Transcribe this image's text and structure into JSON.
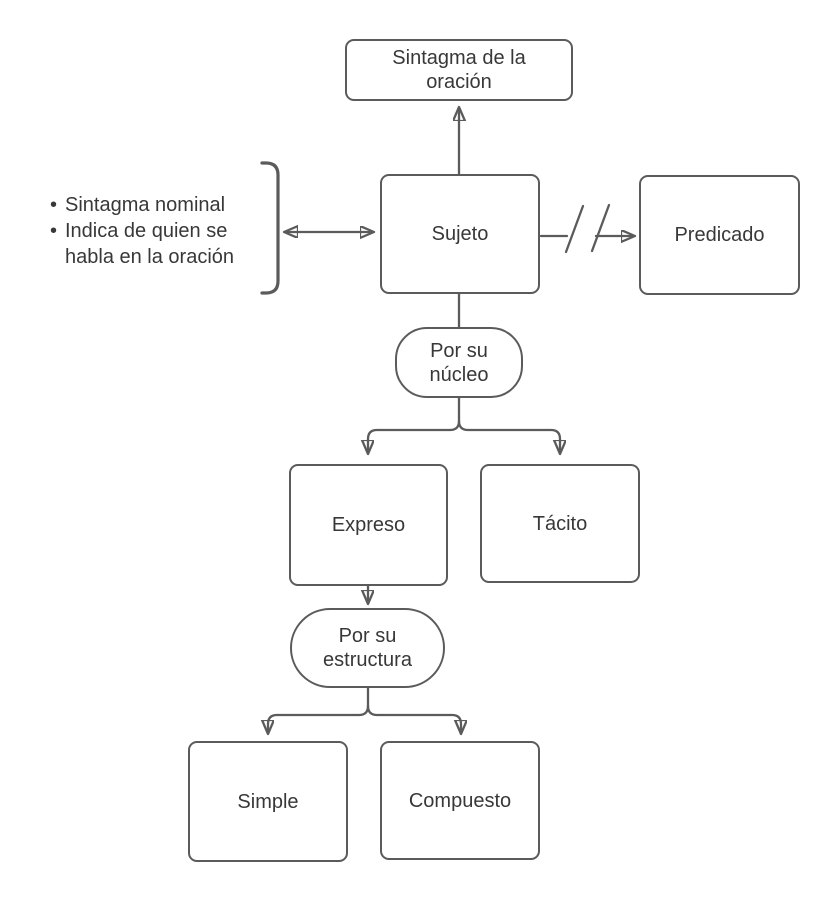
{
  "colors": {
    "stroke": "#5b5b5b",
    "text": "#383838",
    "background": "#ffffff"
  },
  "nodes": [
    {
      "id": "sintagma-oracion",
      "label": "Sintagma de la oración",
      "shape": "rect"
    },
    {
      "id": "sujeto",
      "label": "Sujeto",
      "shape": "rect"
    },
    {
      "id": "predicado",
      "label": "Predicado",
      "shape": "rect"
    },
    {
      "id": "por-su-nucleo",
      "label": "Por su núcleo",
      "shape": "pill"
    },
    {
      "id": "expreso",
      "label": "Expreso",
      "shape": "rect"
    },
    {
      "id": "tacito",
      "label": "Tácito",
      "shape": "rect"
    },
    {
      "id": "por-su-estructura",
      "label": "Por su estructura",
      "shape": "pill"
    },
    {
      "id": "simple",
      "label": "Simple",
      "shape": "rect"
    },
    {
      "id": "compuesto",
      "label": "Compuesto",
      "shape": "rect"
    }
  ],
  "annotation": {
    "bullet_glyph": "•",
    "items": [
      "Sintagma nominal",
      "Indica de quien se habla en la oración"
    ]
  }
}
